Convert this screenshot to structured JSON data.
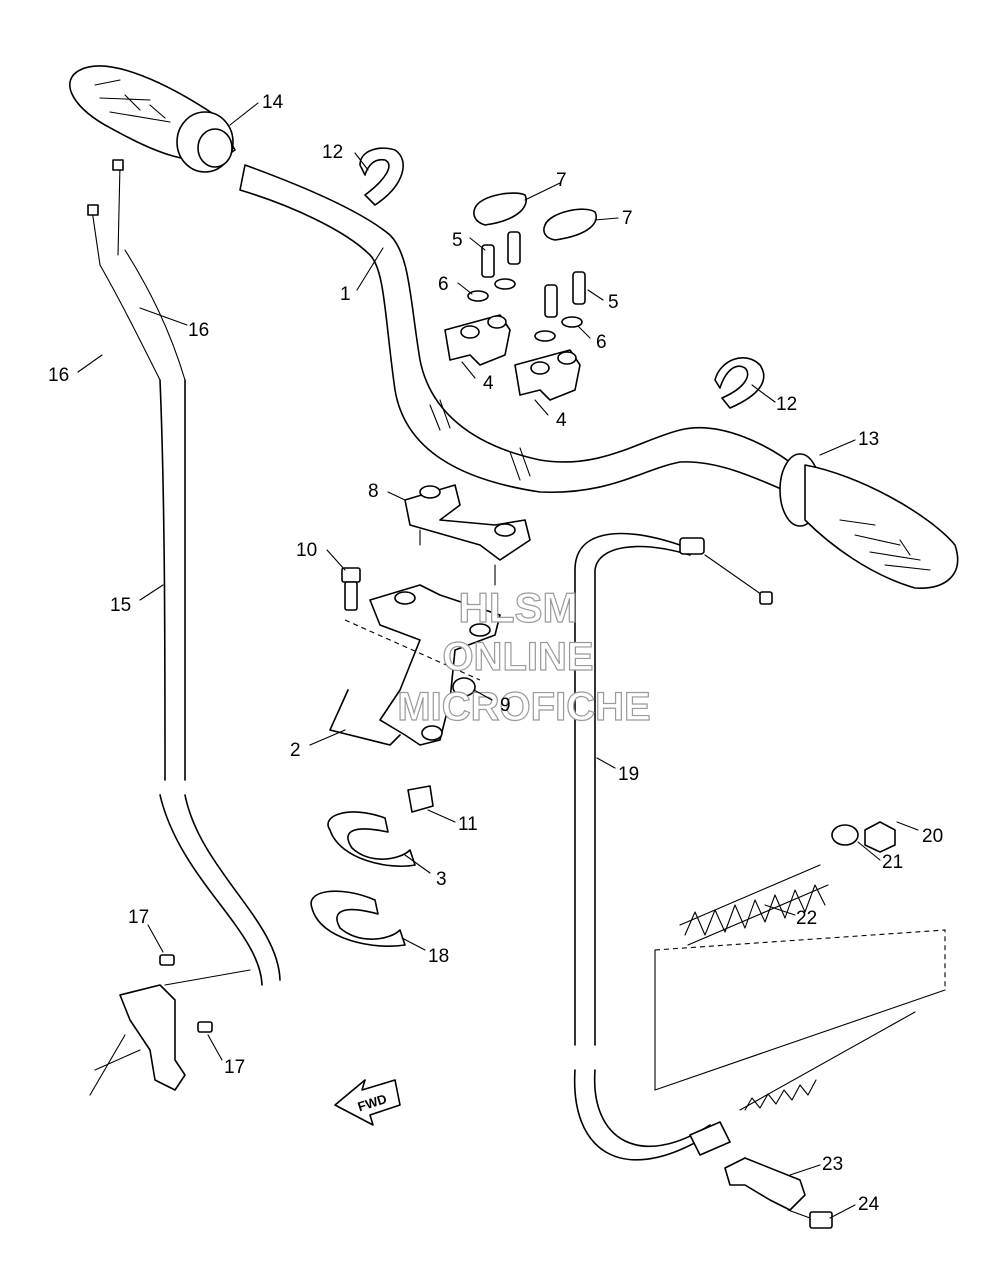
{
  "watermark": {
    "line1": "HLSM",
    "line2": "ONLINE",
    "line3": "MICROFICHE"
  },
  "fwd_label": "FWD",
  "callouts": [
    {
      "id": "c1",
      "label": "1"
    },
    {
      "id": "c2",
      "label": "2"
    },
    {
      "id": "c3",
      "label": "3"
    },
    {
      "id": "c4a",
      "label": "4"
    },
    {
      "id": "c4b",
      "label": "4"
    },
    {
      "id": "c5a",
      "label": "5"
    },
    {
      "id": "c5b",
      "label": "5"
    },
    {
      "id": "c6a",
      "label": "6"
    },
    {
      "id": "c6b",
      "label": "6"
    },
    {
      "id": "c7a",
      "label": "7"
    },
    {
      "id": "c7b",
      "label": "7"
    },
    {
      "id": "c8",
      "label": "8"
    },
    {
      "id": "c9",
      "label": "9"
    },
    {
      "id": "c10",
      "label": "10"
    },
    {
      "id": "c11",
      "label": "11"
    },
    {
      "id": "c12a",
      "label": "12"
    },
    {
      "id": "c12b",
      "label": "12"
    },
    {
      "id": "c13",
      "label": "13"
    },
    {
      "id": "c14",
      "label": "14"
    },
    {
      "id": "c15",
      "label": "15"
    },
    {
      "id": "c16a",
      "label": "16"
    },
    {
      "id": "c16b",
      "label": "16"
    },
    {
      "id": "c17a",
      "label": "17"
    },
    {
      "id": "c17b",
      "label": "17"
    },
    {
      "id": "c18",
      "label": "18"
    },
    {
      "id": "c19",
      "label": "19"
    },
    {
      "id": "c20",
      "label": "20"
    },
    {
      "id": "c21",
      "label": "21"
    },
    {
      "id": "c22",
      "label": "22"
    },
    {
      "id": "c23",
      "label": "23"
    },
    {
      "id": "c24",
      "label": "24"
    }
  ]
}
